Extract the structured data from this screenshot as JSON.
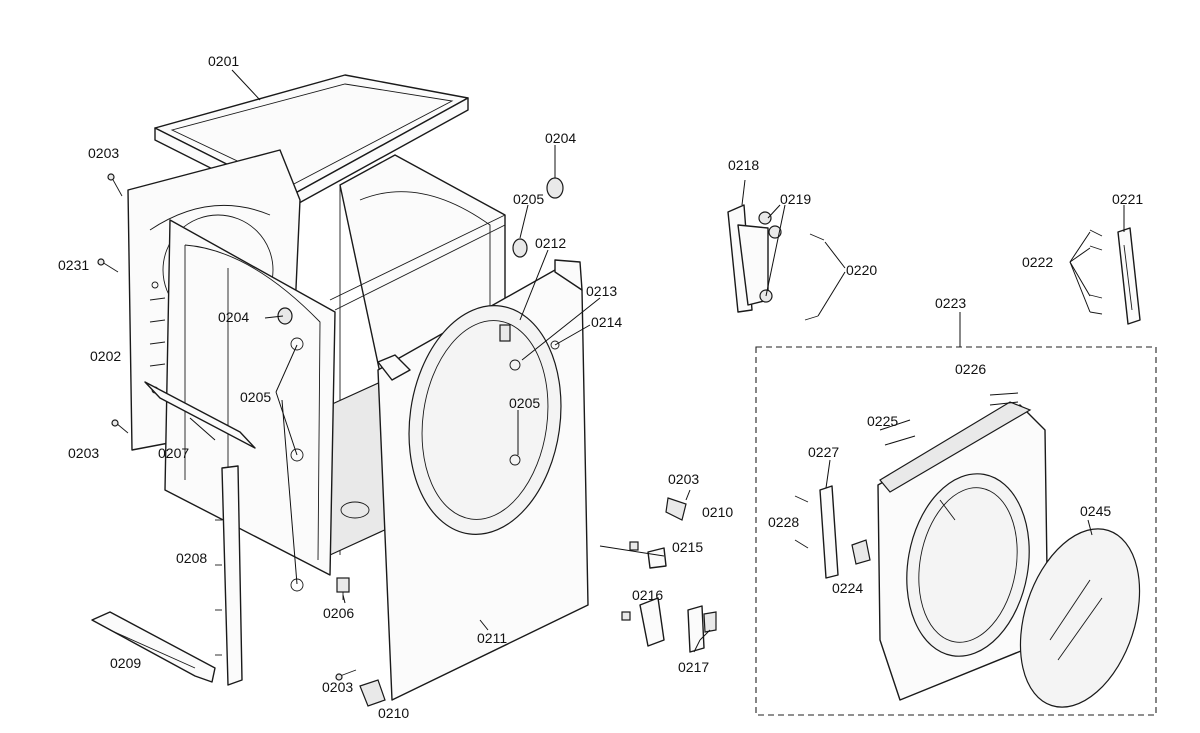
{
  "diagram": {
    "labels": {
      "p0201": "0201",
      "p0202": "0202",
      "p0203a": "0203",
      "p0203b": "0203",
      "p0203c": "0203",
      "p0203d": "0203",
      "p0204a": "0204",
      "p0204b": "0204",
      "p0205a": "0205",
      "p0205b": "0205",
      "p0205c": "0205",
      "p0206": "0206",
      "p0207": "0207",
      "p0208": "0208",
      "p0209": "0209",
      "p0210a": "0210",
      "p0210b": "0210",
      "p0211": "0211",
      "p0212": "0212",
      "p0213": "0213",
      "p0214": "0214",
      "p0215": "0215",
      "p0216": "0216",
      "p0217": "0217",
      "p0218": "0218",
      "p0219": "0219",
      "p0220": "0220",
      "p0221": "0221",
      "p0222": "0222",
      "p0223": "0223",
      "p0224": "0224",
      "p0225": "0225",
      "p0226": "0226",
      "p0227": "0227",
      "p0228": "0228",
      "p0231": "0231",
      "p0245": "0245"
    }
  }
}
